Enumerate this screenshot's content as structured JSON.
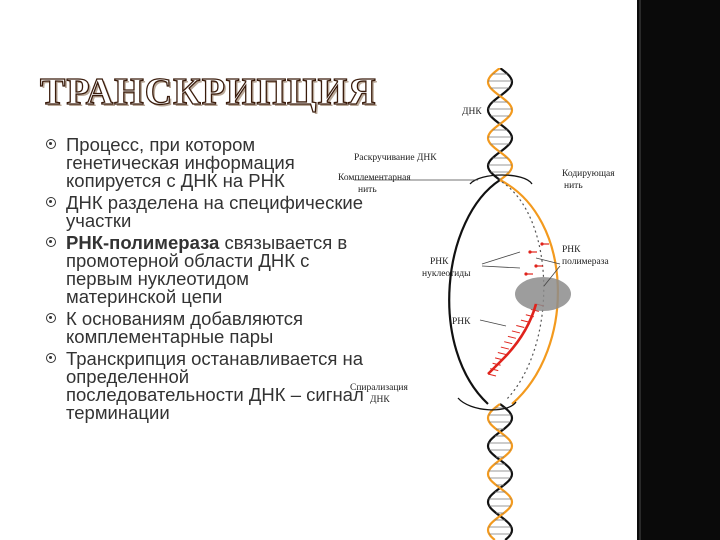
{
  "title": "ТРАНСКРИПЦИЯ",
  "bullets": [
    {
      "text": "Процесс, при котором генетическая информация копируется с ДНК на РНК"
    },
    {
      "text": "ДНК разделена на специфические участки"
    },
    {
      "bold": "РНК-полимераза",
      "text": " связывается в промотерной области ДНК с первым нуклеотидом материнской цепи"
    },
    {
      "text": "К основаниям добавляются комплементарные пары"
    },
    {
      "text": "Транскрипция останавливается на определенной последовательности ДНК – сигнал терминации"
    }
  ],
  "diagram": {
    "labels": {
      "dna": "ДНК",
      "unwinding": "Раскручивание ДНК",
      "complementary_1": "Комплементарная",
      "complementary_2": "нить",
      "coding_1": "Кодирующая",
      "coding_2": "нить",
      "rna_nucleotides_1": "РНК",
      "rna_nucleotides_2": "нуклеотиды",
      "rna_polymerase_1": "РНК",
      "rna_polymerase_2": "полимераза",
      "rna": "РНК",
      "spiralization_1": "Спирализация",
      "spiralization_2": "ДНК"
    },
    "colors": {
      "coding_strand": "#f39a1e",
      "template_strand": "#111111",
      "rna": "#e0231c",
      "polymerase": "#8c8c8c"
    }
  }
}
